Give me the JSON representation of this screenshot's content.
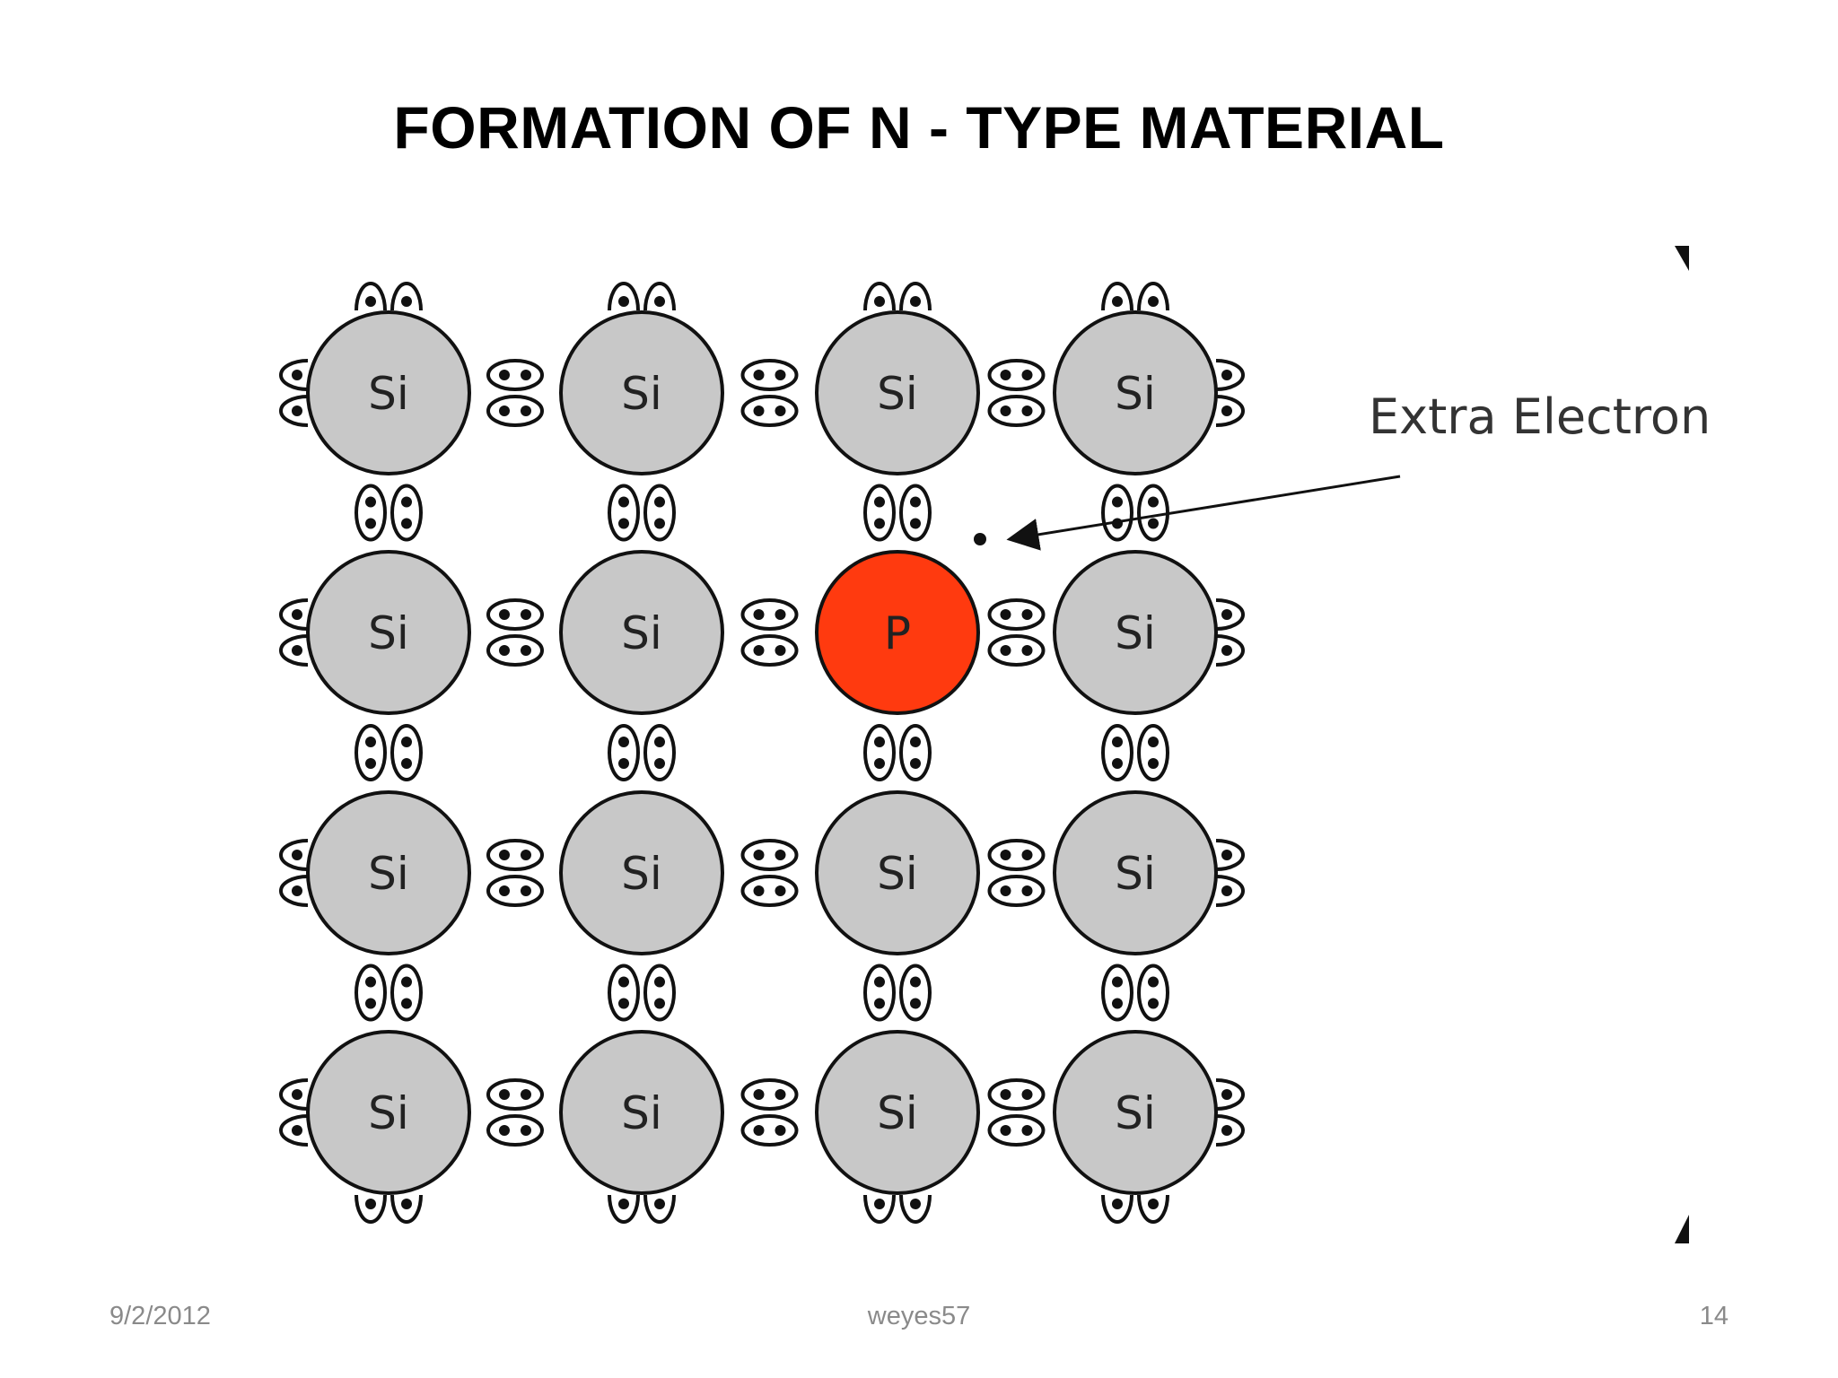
{
  "slide": {
    "title": "FORMATION OF N - TYPE MATERIAL",
    "callout_label": "Extra Electron"
  },
  "lattice": {
    "rows": [
      [
        "Si",
        "Si",
        "Si",
        "Si"
      ],
      [
        "Si",
        "Si",
        "P",
        "Si"
      ],
      [
        "Si",
        "Si",
        "Si",
        "Si"
      ],
      [
        "Si",
        "Si",
        "Si",
        "Si"
      ]
    ],
    "colors": {
      "si_fill": "#c8c8c8",
      "dopant_fill": "#ff3a0f",
      "outline": "#111111"
    }
  },
  "footer": {
    "date": "9/2/2012",
    "author": "weyes57",
    "page": "14"
  }
}
